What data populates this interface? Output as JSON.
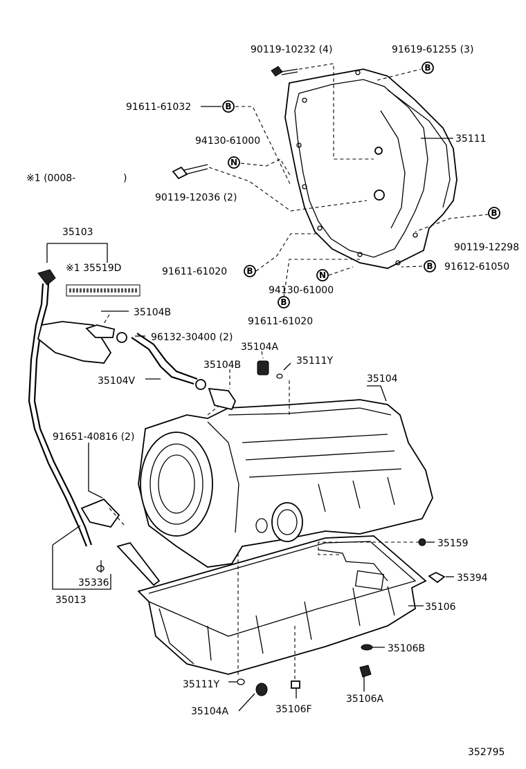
{
  "diagram": {
    "callouts": {
      "c01": "90119-10232 (4)",
      "c02": "91619-61255 (3)",
      "c03": "91611-61032",
      "c04": "35111",
      "c05": "94130-61000",
      "c06": "※1 (0008-",
      "c07": ")",
      "c08": "90119-12036 (2)",
      "c09": "35103",
      "c10": "90119-12298",
      "c11": "※1 35519D",
      "c12": "91611-61020",
      "c13": "91612-61050",
      "c14": "94130-61000",
      "c15": "91611-61020",
      "c16": "35104B",
      "c17": "96132-30400 (2)",
      "c18": "35104A",
      "c19": "35111Y",
      "c20": "35104",
      "c21": "35104V",
      "c22": "35104B",
      "c23": "91651-40816 (2)",
      "c24": "35159",
      "c25": "35394",
      "c26": "35336",
      "c27": "35013",
      "c28": "35106",
      "c29": "35106B",
      "c30": "35111Y",
      "c31": "35106A",
      "c32": "35104A",
      "c33": "35106F"
    },
    "markers": {
      "b": "B",
      "n": "N"
    },
    "figure_number": "352795"
  }
}
